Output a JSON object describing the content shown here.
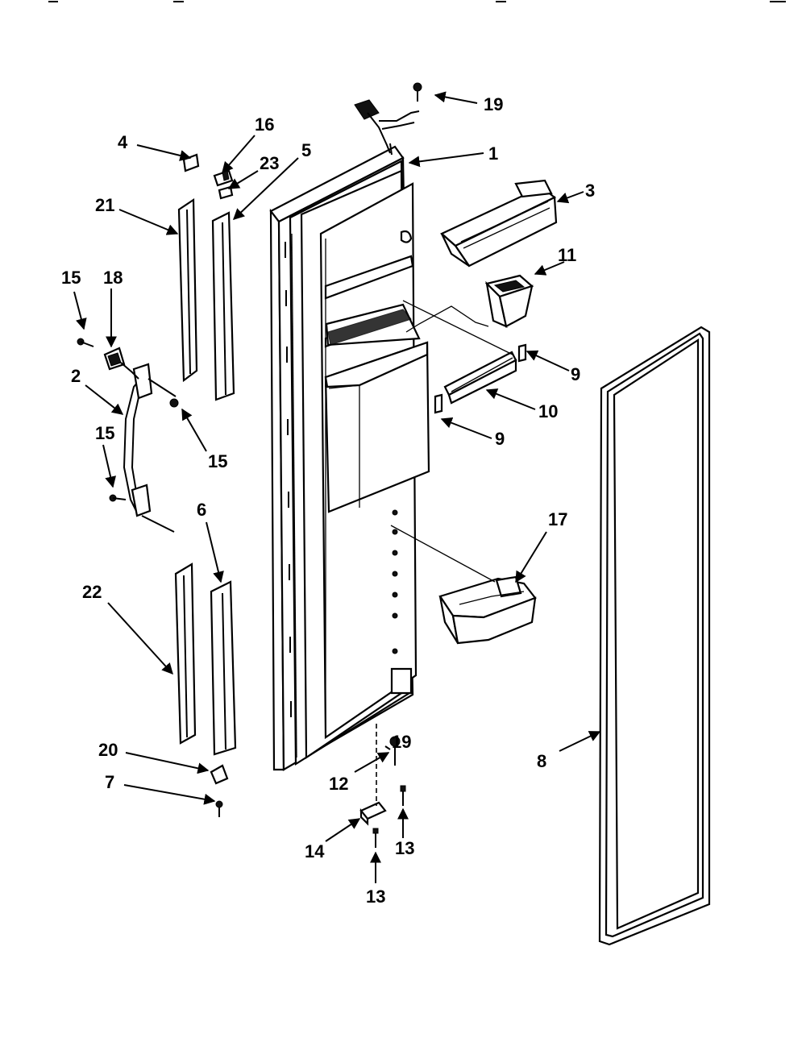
{
  "diagram": {
    "labels": {
      "p1": "1",
      "p2": "2",
      "p3": "3",
      "p4": "4",
      "p5": "5",
      "p6": "6",
      "p7": "7",
      "p8": "8",
      "p9a": "9",
      "p9b": "9",
      "p10": "10",
      "p11": "11",
      "p12": "12",
      "p13a": "13",
      "p13b": "13",
      "p14": "14",
      "p15a": "15",
      "p15b": "15",
      "p15c": "15",
      "p16": "16",
      "p17": "17",
      "p18": "18",
      "p19a": "19",
      "p19b": "19",
      "p20": "20",
      "p21": "21",
      "p22": "22",
      "p23": "23"
    }
  }
}
